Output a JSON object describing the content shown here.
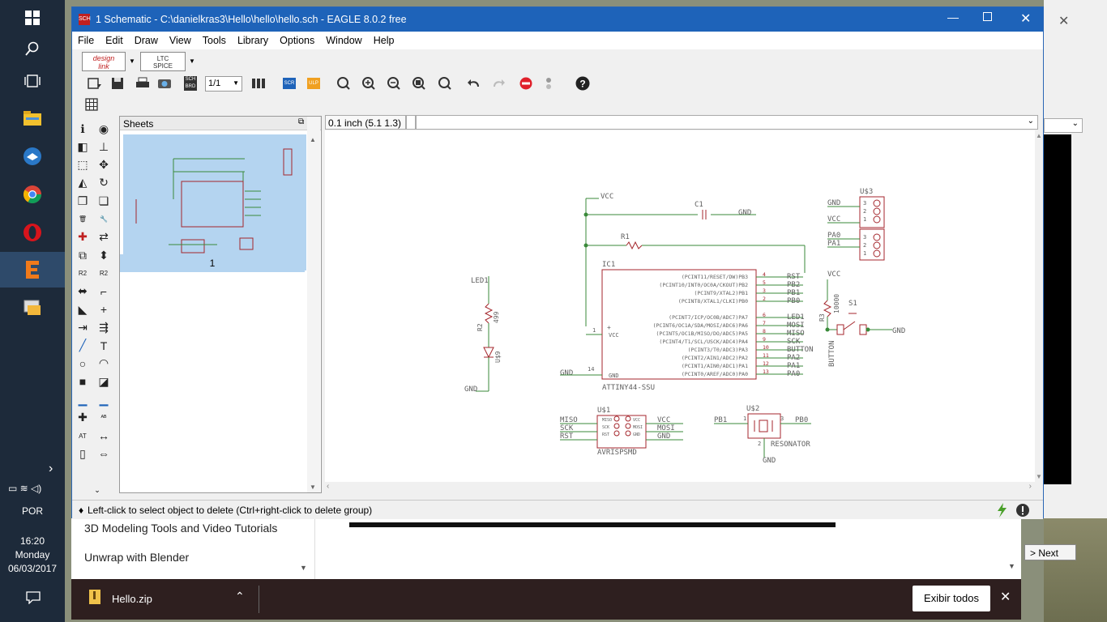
{
  "os": {
    "taskbar_icons": [
      "windows-start-icon",
      "search-icon",
      "task-view-icon",
      "file-explorer-icon",
      "thunderbird-icon",
      "chrome-icon",
      "opera-icon",
      "eagle-icon",
      "presentation-icon"
    ],
    "tray_language": "POR",
    "clock": {
      "time": "16:20",
      "day": "Monday",
      "date": "06/03/2017"
    }
  },
  "eagle": {
    "title": "1 Schematic - C:\\danielkras3\\Hello\\hello\\hello.sch - EAGLE 8.0.2 free",
    "menu": [
      "File",
      "Edit",
      "Draw",
      "View",
      "Tools",
      "Library",
      "Options",
      "Window",
      "Help"
    ],
    "sheet_select": "1/1",
    "sheets_panel": {
      "title": "Sheets",
      "sheet_label": "1"
    },
    "grid_readout": "0.1 inch (5.1 1.3)",
    "command_line": "",
    "status": "Left-click to select object to delete (Ctrl+right-click to delete group)"
  },
  "schematic": {
    "vcc1": "VCC",
    "gnd1": "GND",
    "c1": "C1",
    "r1": "R1",
    "ic1": "IC1",
    "ic1_name": "ATTINY44-SSU",
    "ic_pins_right": [
      {
        "label": "(PCINT11/RESET/DW)PB3",
        "num": "4",
        "net": "RST"
      },
      {
        "label": "(PCINT10/INT0/OC0A/CKOUT)PB2",
        "num": "5",
        "net": "PB2"
      },
      {
        "label": "(PCINT9/XTAL2)PB1",
        "num": "3",
        "net": "PB1"
      },
      {
        "label": "(PCINT8/XTAL1/CLKI)PB0",
        "num": "2",
        "net": "PB0"
      },
      {
        "label": "(PCINT7/ICP/OC0B/ADC7)PA7",
        "num": "6",
        "net": "LED1"
      },
      {
        "label": "(PCINT6/OC1A/SDA/MOSI/ADC6)PA6",
        "num": "7",
        "net": "MOSI"
      },
      {
        "label": "(PCINT5/OC1B/MISO/DO/ADC5)PA5",
        "num": "8",
        "net": "MISO"
      },
      {
        "label": "(PCINT4/T1/SCL/USCK/ADC4)PA4",
        "num": "9",
        "net": "SCK"
      },
      {
        "label": "(PCINT3/T0/ADC3)PA3",
        "num": "10",
        "net": "BUTTON"
      },
      {
        "label": "(PCINT2/AIN1/ADC2)PA2",
        "num": "11",
        "net": "PA2"
      },
      {
        "label": "(PCINT1/AIN0/ADC1)PA1",
        "num": "12",
        "net": "PA1"
      },
      {
        "label": "(PCINT0/AREF/ADC0)PA0",
        "num": "13",
        "net": "PA0"
      }
    ],
    "ic_vcc": "VCC",
    "ic_gnd": "GND",
    "ic_pin1": "1",
    "ic_pin14": "14",
    "gnd2": "GND",
    "led1": "LED1",
    "r2": "R2",
    "r2_val": "499",
    "u4": "U$9",
    "gnd_led": "GND",
    "u3": "U$3",
    "hdr_labels": [
      "GND",
      "VCC",
      "PA0",
      "PA1"
    ],
    "hdr_nums": [
      "3",
      "2",
      "1",
      "3",
      "2",
      "1"
    ],
    "vcc_r3": "VCC",
    "r3": "R3",
    "r3_val": "10000",
    "s1": "S1",
    "button": "BUTTON",
    "gnd_btn": "GND",
    "u1": "U$1",
    "u1_left": [
      "MISO",
      "SCK",
      "RST"
    ],
    "u1_right": [
      "VCC",
      "MOSI",
      "GND"
    ],
    "u1_inner_left": [
      "MISO",
      "SCK",
      "RST"
    ],
    "u1_inner_right": [
      "VCC",
      "MOSI",
      "GND"
    ],
    "u1_name": "AVRISPSMD",
    "u2": "U$2",
    "u2_left": "PB1",
    "u2_right": "PB0",
    "u2_n1": "1",
    "u2_n2": "2",
    "u2_n3": "3",
    "resonator": "RESONATOR",
    "gnd_res": "GND"
  },
  "browser": {
    "links": [
      "3D Modeling Tools and Video Tutorials",
      "Unwrap with Blender"
    ],
    "next": "> Next",
    "download_file": "Hello.zip",
    "show_all": "Exibir todos"
  },
  "colors": {
    "wire": "#3a8a3a",
    "part": "#a4262c",
    "text": "#606060",
    "title": "#1e63b9",
    "sheet_bg": "#b4d4f0"
  }
}
